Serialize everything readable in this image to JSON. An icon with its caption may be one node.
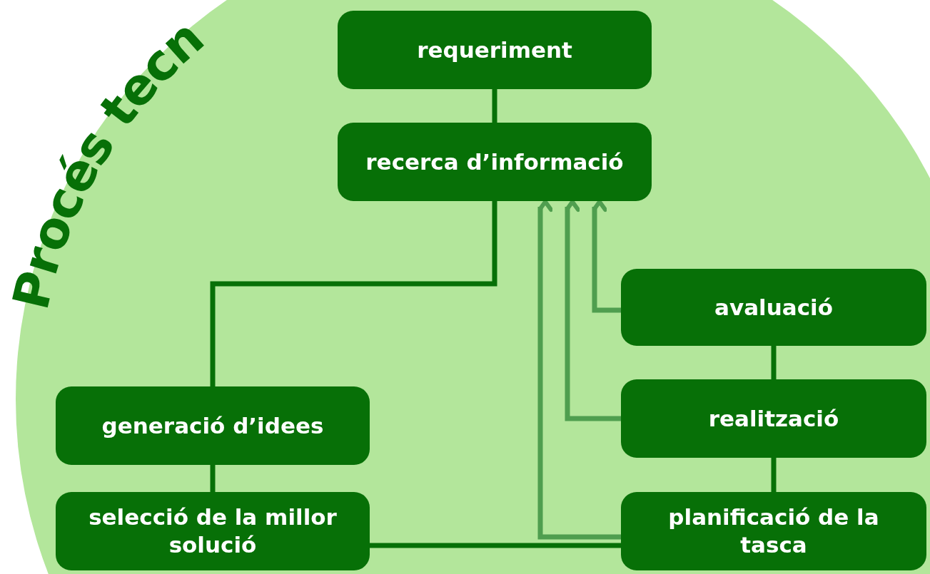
{
  "diagram": {
    "title": "Procés tecn",
    "nodes": [
      {
        "text": [
          "requeriment"
        ]
      },
      {
        "text": [
          "recerca d’informació"
        ]
      },
      {
        "text": [
          "avaluació"
        ]
      },
      {
        "text": [
          "realització"
        ]
      },
      {
        "text": [
          "generació d’idees"
        ]
      },
      {
        "text": [
          "selecció de la millor solució"
        ]
      },
      {
        "text": [
          "planificació de la tasca"
        ]
      }
    ],
    "edges": [
      {
        "from": 0,
        "to": 1,
        "arrow": "none"
      },
      {
        "from": 1,
        "to": 4,
        "arrow": "none"
      },
      {
        "from": 4,
        "to": 5,
        "arrow": "none"
      },
      {
        "from": 5,
        "to": 6,
        "arrow": "none"
      },
      {
        "from": 6,
        "to": 3,
        "arrow": "none"
      },
      {
        "from": 3,
        "to": 2,
        "arrow": "none"
      },
      {
        "from": 6,
        "to": 1,
        "arrow": "to",
        "color": "#4f9e4f"
      },
      {
        "from": 3,
        "to": 1,
        "arrow": "to",
        "color": "#4f9e4f"
      },
      {
        "from": 2,
        "to": 1,
        "arrow": "to",
        "color": "#4f9e4f"
      }
    ]
  }
}
